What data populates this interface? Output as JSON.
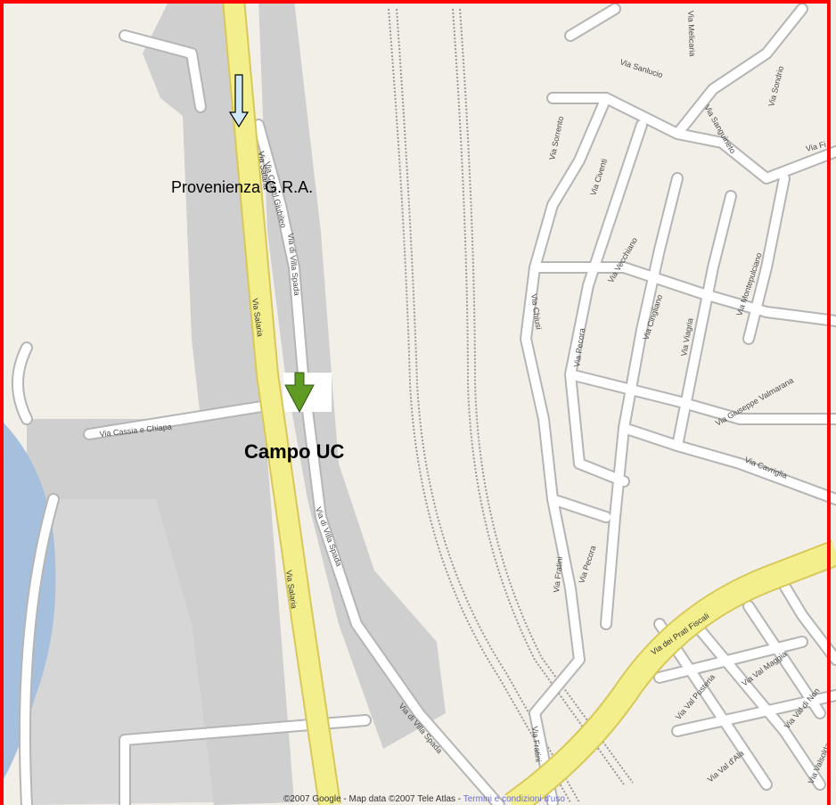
{
  "map": {
    "colors": {
      "background": "#f2efe9",
      "gray_area": "#cfcfcf",
      "major_road": "#f3ef8d",
      "major_road_outline": "#d8c85a",
      "minor_road": "#ffffff",
      "minor_road_outline": "#b5b5b5",
      "water": "#a5bfdd",
      "railway": "#9a9a9a",
      "border": "#ff0000",
      "marker": "#5f9a22"
    },
    "streets": {
      "via_salaria_top": "Via Salaria",
      "via_salaria_mid": "Via Salaria",
      "via_salaria_bottom": "Via Salaria",
      "via_di_villa_spada_top": "Via di Villa Spada",
      "via_di_villa_spada_mid": "Via di Villa Spada",
      "via_di_villa_spada_bottom": "Via di Villa Spada",
      "via_castel_giubileo": "Via Castel Giubileo",
      "via_cassia_chiapa": "Via Cassia e Chiapa",
      "via_dei_prati_fiscali": "Via dei Prati Fiscali",
      "via_sanluca": "Via Sanlucio",
      "via_melicaria": "Via Melicaria",
      "via_sorrento": "Via Sorrento",
      "via_sondrio": "Via Sondrio",
      "via_sanguineto": "Via Sanguineto",
      "via_fi": "Via Fi",
      "via_civenti": "Via Civenti",
      "via_vecchiano": "Via Vecchiano",
      "via_chiusi": "Via Chiusi",
      "via_pecora": "Via Pecora",
      "via_cingliano": "Via Cingliano",
      "via_viagria": "Via Viagria",
      "via_montepulciano": "Via Montepulciano",
      "via_giuseppe_valmarana": "Via Giuseppe Valmarana",
      "via_cavriglia": "Via Cavriglia",
      "via_pecora_low": "Via Pecora",
      "via_fratini": "Via Fratini",
      "via_val_pusteria": "Via Val Pusteria",
      "via_val_maggia": "Via Val Maggia",
      "via_val_di_non": "Via Val di Non",
      "via_val_d_ala": "Via Val d'Ala",
      "via_val_b": "Via Valsolda"
    }
  },
  "annotations": {
    "provenienza": "Provenienza G.R.A.",
    "campo": "Campo UC"
  },
  "footer": {
    "copyright": "©2007 Google - Map data ©2007 Tele Atlas - ",
    "terms_link": "Termini e condizioni d'uso"
  }
}
